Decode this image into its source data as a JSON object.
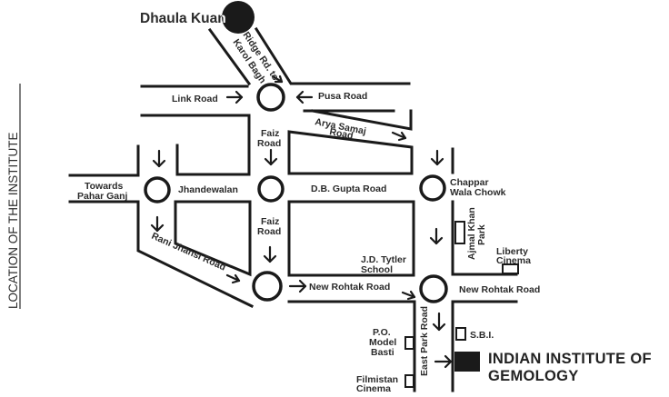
{
  "map": {
    "title": "LOCATION OF THE INSTITUTE",
    "landmarks": {
      "dhaula_kuan": "Dhaula Kuan",
      "ridge_rd_line1": "Ridge Rd. to",
      "ridge_rd_line2": "Karol Bagh",
      "link_road": "Link Road",
      "pusa_road": "Pusa Road",
      "arya_samaj_line1": "Arya Samaj",
      "arya_samaj_line2": "Road",
      "faiz_road_top_line1": "Faiz",
      "faiz_road_top_line2": "Road",
      "faiz_road_mid_line1": "Faiz",
      "faiz_road_mid_line2": "Road",
      "towards_line1": "Towards",
      "towards_line2": "Pahar Ganj",
      "jhandewalan": "Jhandewalan",
      "db_gupta_road": "D.B. Gupta Road",
      "chappar_line1": "Chappar",
      "chappar_line2": "Wala Chowk",
      "ajmal_line1": "Ajmal Khan",
      "ajmal_line2": "Park",
      "liberty_line1": "Liberty",
      "liberty_line2": "Cinema",
      "rani_jhansi_road": "Rani Jhansi Road",
      "jd_tytler_line1": "J.D. Tytler",
      "jd_tytler_line2": "School",
      "new_rohtak_road_1": "New Rohtak Road",
      "new_rohtak_road_2": "New Rohtak Road",
      "east_park_road": "East Park Road",
      "po_line1": "P.O.",
      "po_line2": "Model",
      "po_line3": "Basti",
      "sbi": "S.B.I.",
      "filmistan_line1": "Filmistan",
      "filmistan_line2": "Cinema",
      "institute_line1": "INDIAN INSTITUTE OF",
      "institute_line2": "GEMOLOGY"
    },
    "colors": {
      "ink": "#1a1a1a",
      "text": "#2b2b2b",
      "institute_block": "#1a1a1a",
      "background": "#ffffff"
    }
  }
}
